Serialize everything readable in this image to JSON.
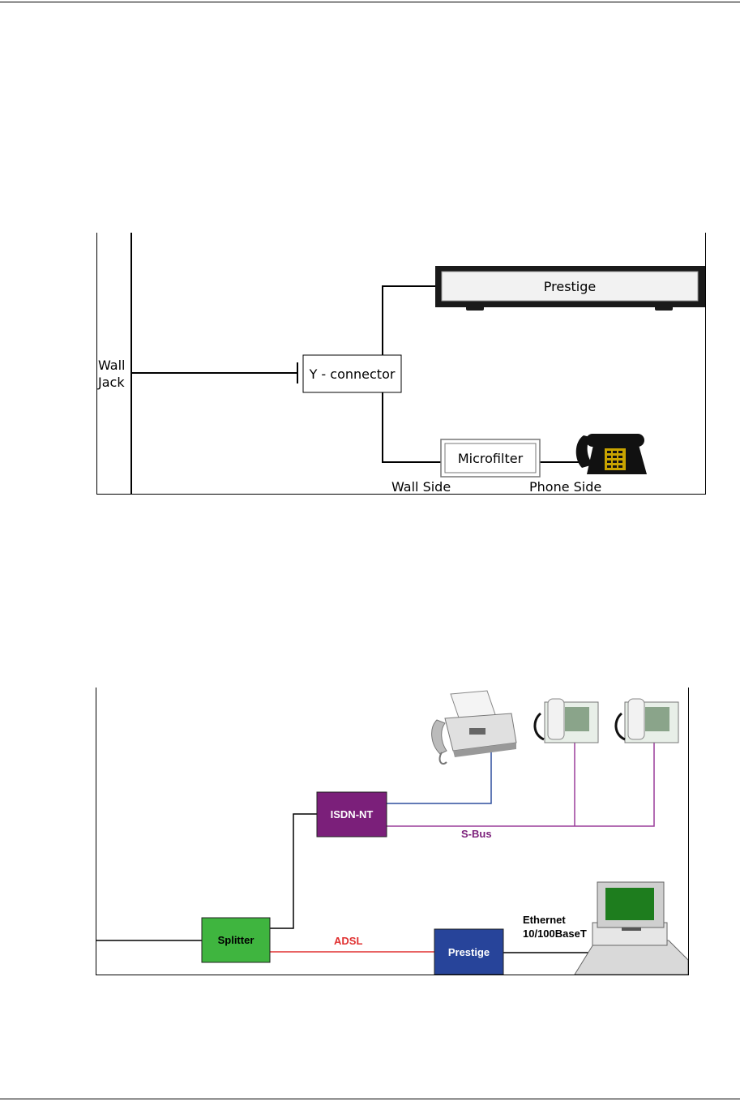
{
  "figure1": {
    "wall_jack": [
      "Wall",
      "Jack"
    ],
    "y_connector": "Y - connector",
    "prestige": "Prestige",
    "microfilter": "Microfilter",
    "wall_side": "Wall Side",
    "phone_side": "Phone Side"
  },
  "figure2": {
    "isdn_nt": "ISDN-NT",
    "s_bus": "S-Bus",
    "splitter": "Splitter",
    "adsl": "ADSL",
    "prestige": "Prestige",
    "ethernet": [
      "Ethernet",
      "10/100BaseT"
    ]
  },
  "colors": {
    "isdn_nt": "#7b1f7a",
    "splitter": "#3fb53f",
    "prestige": "#27449a",
    "adsl_line": "#e03030",
    "s_bus_line": "#9a3d9a",
    "fax_line": "#2e4f9e"
  }
}
